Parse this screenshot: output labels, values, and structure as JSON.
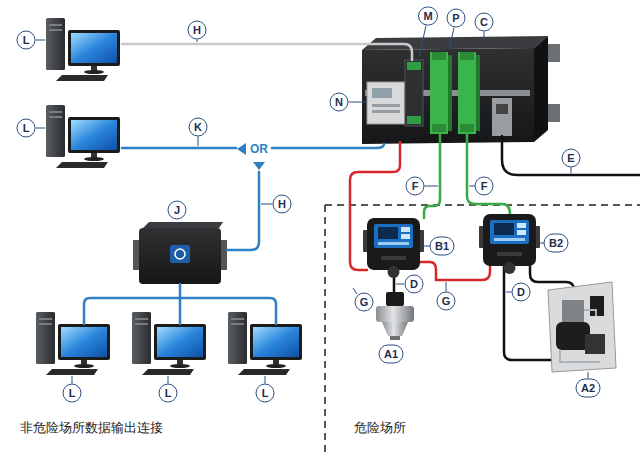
{
  "diagram": {
    "labels": [
      "L",
      "H",
      "M",
      "P",
      "C",
      "N",
      "L",
      "K",
      "OR",
      "E",
      "F",
      "F",
      "J",
      "H",
      "B1",
      "B2",
      "G",
      "D",
      "G",
      "D",
      "A1",
      "A2",
      "L",
      "L",
      "L",
      "非危险场所数据输出连接",
      "危险场所"
    ]
  }
}
